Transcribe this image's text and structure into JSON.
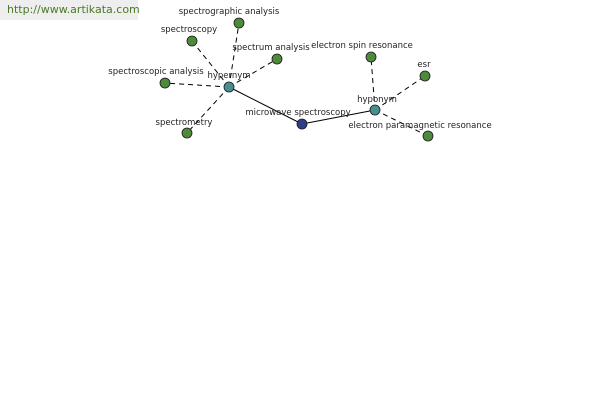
{
  "banner": {
    "url_text": "http://www.artikata.com"
  },
  "colors": {
    "term_node": "#2e3f86",
    "relation_node": "#4a8f8f",
    "word_node": "#4f8a3c",
    "node_stroke": "#1a1a1a",
    "edge": "#000000"
  },
  "graph": {
    "center": {
      "id": "center",
      "label": "microwave spectroscopy",
      "kind": "term"
    },
    "relations": [
      {
        "id": "hypernym",
        "label": "hypernym",
        "kind": "relation",
        "words": [
          {
            "id": "spectrographic",
            "label": "spectrographic analysis"
          },
          {
            "id": "spectroscopy",
            "label": "spectroscopy"
          },
          {
            "id": "spectrum",
            "label": "spectrum analysis"
          },
          {
            "id": "spectroscopic",
            "label": "spectroscopic analysis"
          },
          {
            "id": "spectrometry",
            "label": "spectrometry"
          }
        ]
      },
      {
        "id": "hyponym",
        "label": "hyponym",
        "kind": "relation",
        "words": [
          {
            "id": "esr_full",
            "label": "electron spin resonance"
          },
          {
            "id": "esr",
            "label": "esr"
          },
          {
            "id": "epr",
            "label": "electron paramagnetic resonance"
          }
        ]
      }
    ]
  }
}
